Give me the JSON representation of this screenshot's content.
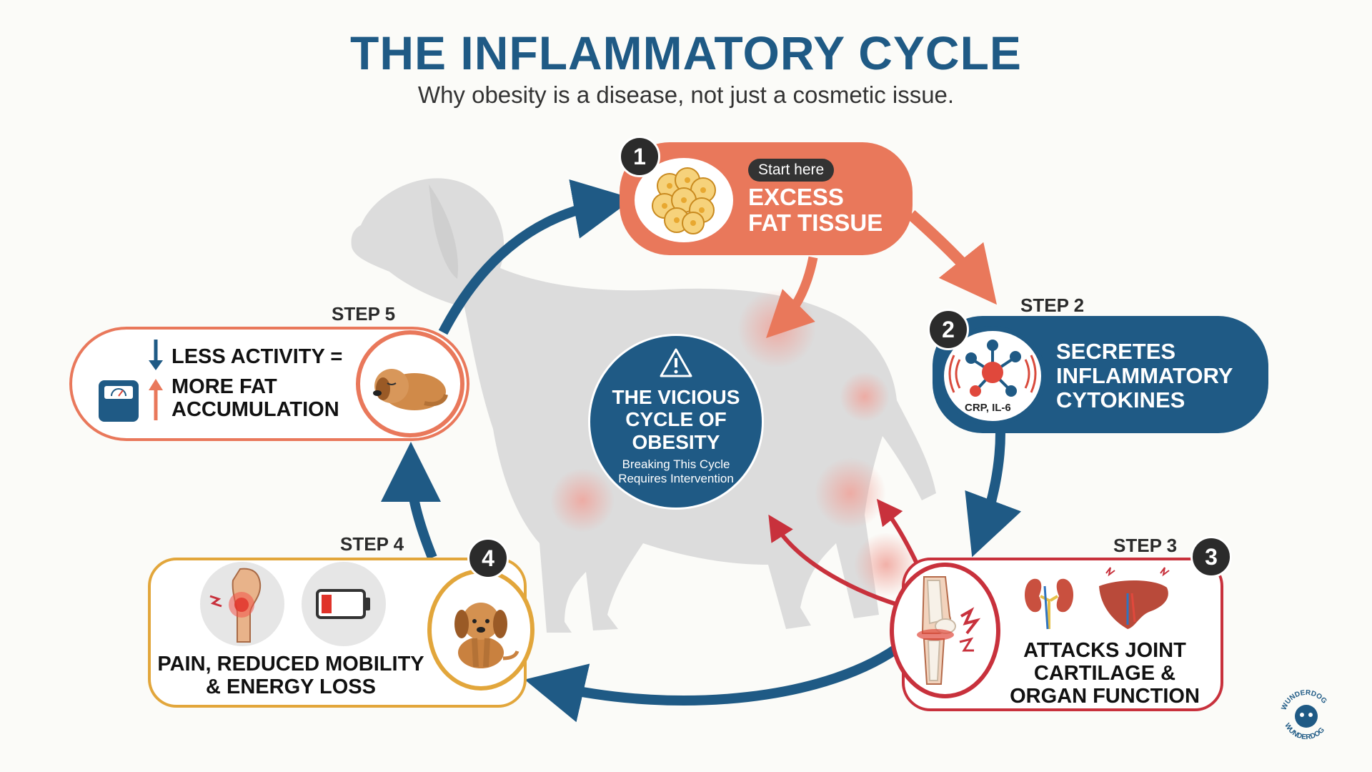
{
  "header": {
    "title": "THE INFLAMMATORY CYCLE",
    "subtitle": "Why obesity is a disease, not just a cosmetic issue."
  },
  "colors": {
    "navy": "#1f5a85",
    "coral": "#e9785b",
    "red": "#c8313c",
    "amber": "#e2a63b",
    "dark": "#2b2b2b"
  },
  "center": {
    "title": "THE VICIOUS CYCLE OF OBESITY",
    "title_lines": [
      "THE VICIOUS",
      "CYCLE OF",
      "OBESITY"
    ],
    "subtitle_lines": [
      "Breaking This Cycle",
      "Requires Intervention"
    ],
    "icon": "warning-triangle-icon"
  },
  "steps": {
    "s1": {
      "number": "1",
      "tag": "Start here",
      "lines": [
        "EXCESS",
        "FAT TISSUE"
      ],
      "icon": "fat-cells-icon"
    },
    "s2": {
      "number": "2",
      "label": "STEP 2",
      "lines": [
        "SECRETES",
        "INFLAMMATORY",
        "CYTOKINES"
      ],
      "molecule_label": "CRP, IL-6",
      "icon": "molecule-icon"
    },
    "s3": {
      "number": "3",
      "label": "STEP 3",
      "lines": [
        "ATTACKS JOINT",
        "CARTILAGE &",
        "ORGAN FUNCTION"
      ],
      "icons": [
        "knee-joint-icon",
        "kidneys-icon",
        "liver-icon"
      ]
    },
    "s4": {
      "number": "4",
      "label": "STEP 4",
      "lines": [
        "PAIN, REDUCED MOBILITY",
        "& ENERGY LOSS"
      ],
      "icons": [
        "painful-knee-icon",
        "low-battery-icon",
        "sad-puppy-icon"
      ]
    },
    "s5": {
      "label": "STEP 5",
      "line1": "LESS ACTIVITY =",
      "lines2": [
        "MORE FAT",
        "ACCUMULATION"
      ],
      "icons": [
        "down-arrow-icon",
        "up-arrow-icon",
        "scale-icon",
        "sleeping-dog-icon"
      ]
    }
  },
  "logo": {
    "text": "WUNDERDOG",
    "icon": "paw-logo-icon"
  }
}
